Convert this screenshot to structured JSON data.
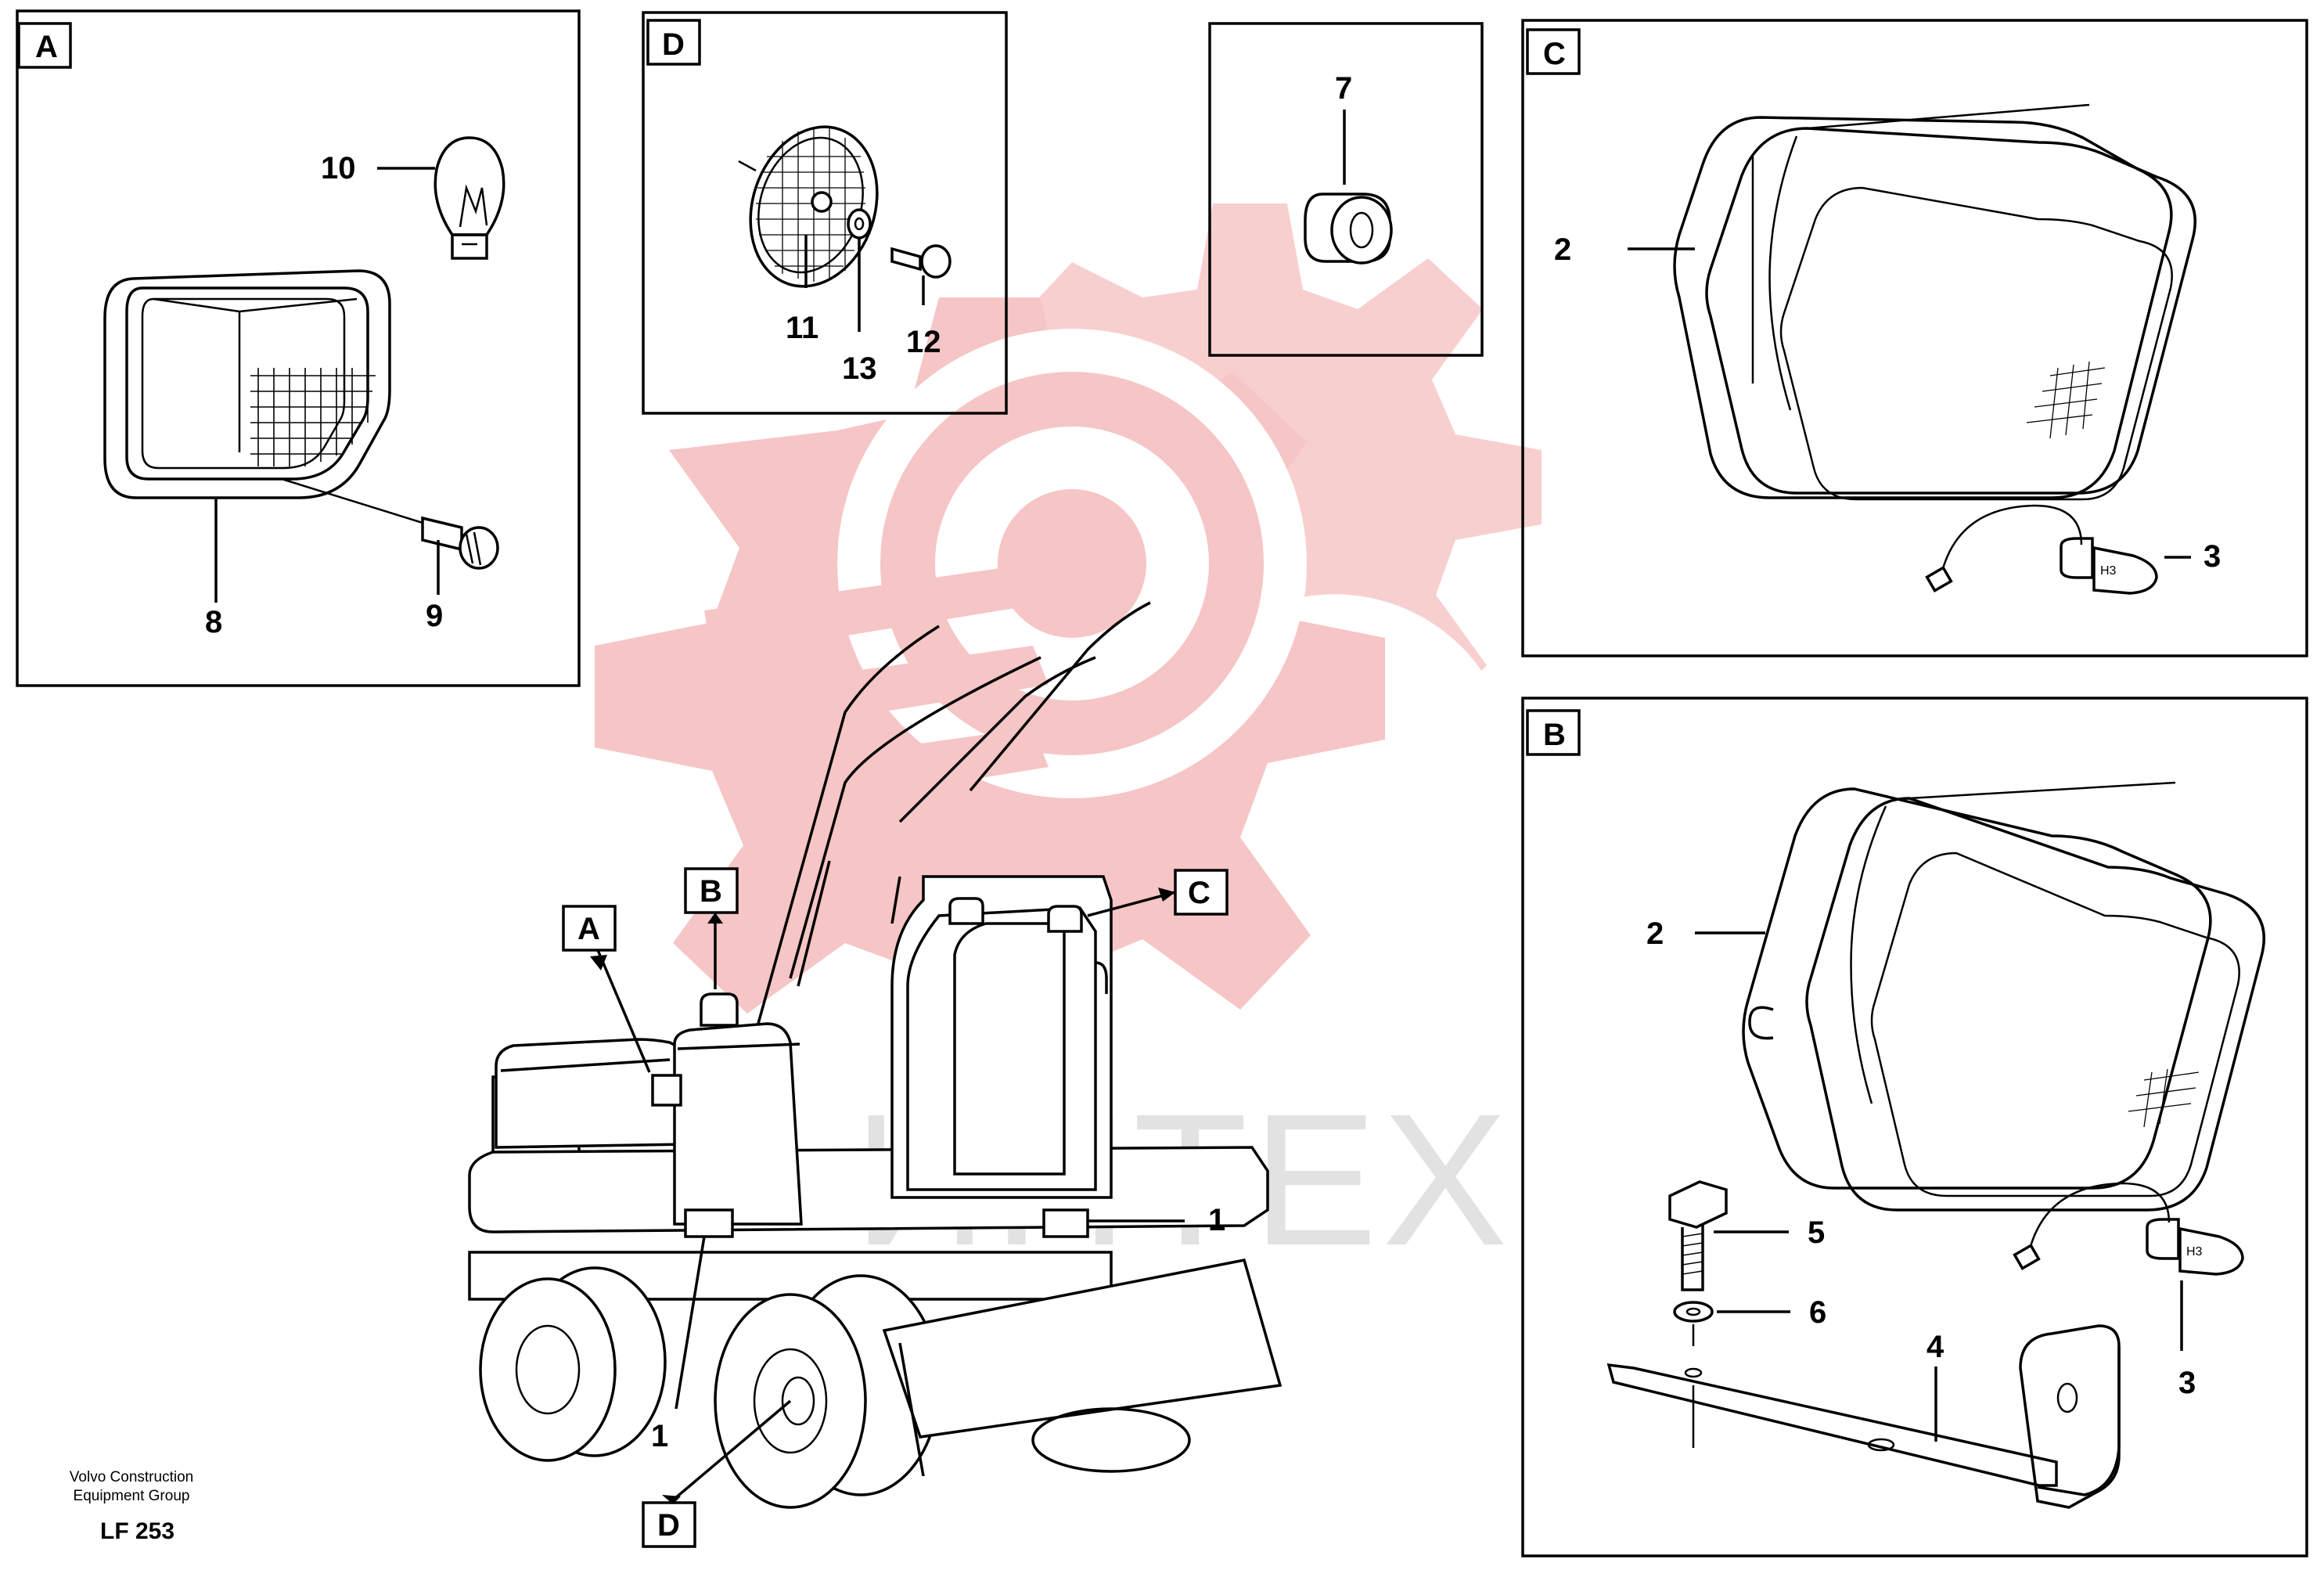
{
  "panels": {
    "A": {
      "tag": "A",
      "parts": [
        "10",
        "8",
        "9"
      ]
    },
    "D": {
      "tag": "D",
      "parts": [
        "11",
        "13",
        "12"
      ]
    },
    "seven": {
      "parts": [
        "7"
      ]
    },
    "C": {
      "tag": "C",
      "parts": [
        "2",
        "3"
      ]
    },
    "B": {
      "tag": "B",
      "parts": [
        "2",
        "5",
        "6",
        "4",
        "3"
      ]
    }
  },
  "machine_callouts": {
    "A": "A",
    "B": "B",
    "C": "C",
    "D": "D",
    "part_1_upper": "1",
    "part_1_lower": "1"
  },
  "footer": {
    "company_line1": "Volvo Construction",
    "company_line2": "Equipment Group",
    "code": "LF 253"
  },
  "watermark": {
    "text": "ИНТЕХ",
    "gear_color": "#f7c7c7",
    "text_color": "#e2e2e2"
  }
}
